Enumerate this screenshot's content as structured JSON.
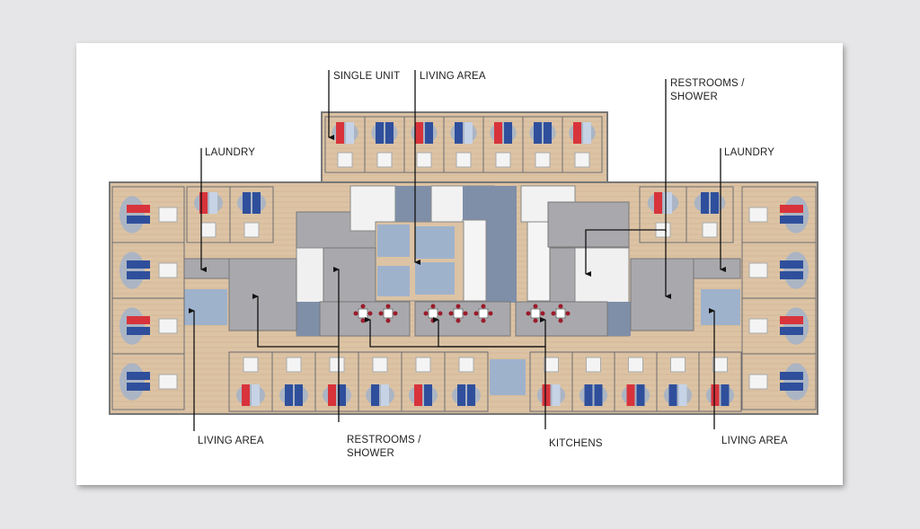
{
  "labels": {
    "single_unit": "SINGLE UNIT",
    "living_area_top": "LIVING AREA",
    "restrooms_top_1": "RESTROOMS /",
    "restrooms_top_2": "SHOWER",
    "laundry_left": "LAUNDRY",
    "laundry_right": "LAUNDRY",
    "living_area_bottom_left": "LIVING AREA",
    "restrooms_bottom_1": "RESTROOMS /",
    "restrooms_bottom_2": "SHOWER",
    "kitchens": "KITCHENS",
    "living_area_bottom_right": "LIVING AREA"
  },
  "colors": {
    "floor_wood": "#dcc3a4",
    "core_gray": "#a9a9ad",
    "stair_blue": "#7f8fa8",
    "bed_red": "#d8333b",
    "bed_blue": "#2f4f9c",
    "rug_blue": "#9fb2cc",
    "wall": "#6e6e72"
  }
}
